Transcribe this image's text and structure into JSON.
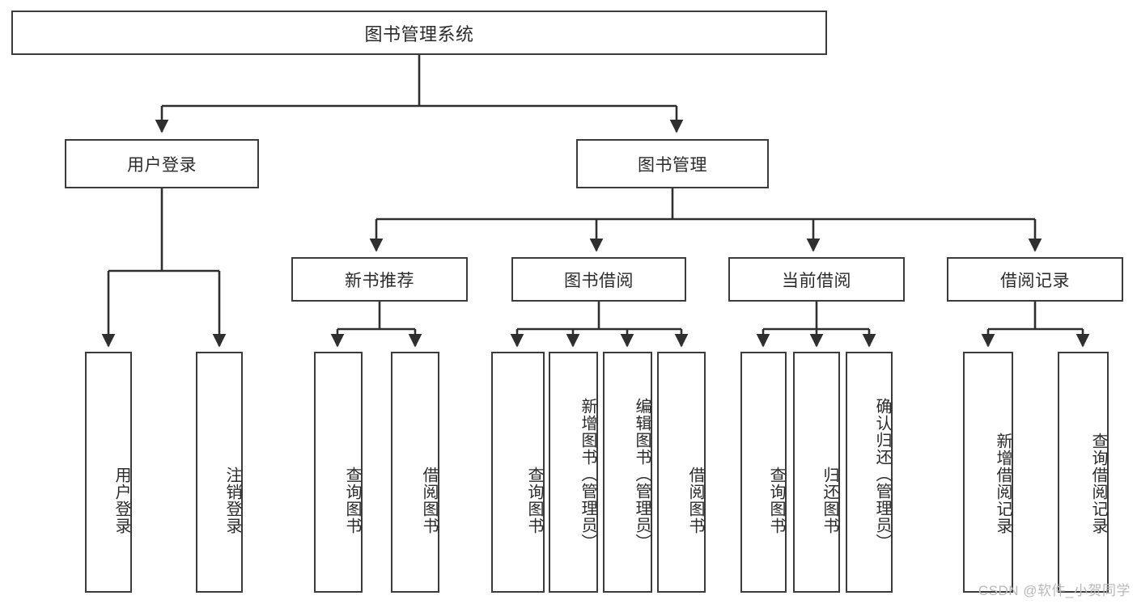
{
  "diagram": {
    "title": "图书管理系统",
    "type": "tree",
    "nodes": {
      "root": {
        "label": "图书管理系统",
        "orientation": "horizontal"
      },
      "tier2": [
        {
          "id": "user-login",
          "label": "用户登录",
          "orientation": "horizontal"
        },
        {
          "id": "book-management",
          "label": "图书管理",
          "orientation": "horizontal"
        }
      ],
      "tier3": [
        {
          "id": "new-book-recommend",
          "label": "新书推荐",
          "orientation": "horizontal"
        },
        {
          "id": "book-borrow",
          "label": "图书借阅",
          "orientation": "horizontal"
        },
        {
          "id": "current-borrow",
          "label": "当前借阅",
          "orientation": "horizontal"
        },
        {
          "id": "borrow-record",
          "label": "借阅记录",
          "orientation": "horizontal"
        }
      ],
      "leaves": [
        {
          "id": "leaf-user-login",
          "label": "用户登录",
          "orientation": "vertical",
          "parent": "user-login"
        },
        {
          "id": "leaf-logout-login",
          "label": "注销登录",
          "orientation": "vertical",
          "parent": "user-login"
        },
        {
          "id": "leaf-query-book-1",
          "label": "查询图书",
          "orientation": "vertical",
          "parent": "new-book-recommend"
        },
        {
          "id": "leaf-borrow-book-1",
          "label": "借阅图书",
          "orientation": "vertical",
          "parent": "new-book-recommend"
        },
        {
          "id": "leaf-query-book-2",
          "label": "查询图书",
          "orientation": "vertical",
          "parent": "book-borrow"
        },
        {
          "id": "leaf-add-book",
          "label": "新增图书（管理员）",
          "orientation": "vertical",
          "parent": "book-borrow"
        },
        {
          "id": "leaf-edit-book",
          "label": "编辑图书（管理员）",
          "orientation": "vertical",
          "parent": "book-borrow"
        },
        {
          "id": "leaf-borrow-book-2",
          "label": "借阅图书",
          "orientation": "vertical",
          "parent": "book-borrow"
        },
        {
          "id": "leaf-query-book-3",
          "label": "查询图书",
          "orientation": "vertical",
          "parent": "current-borrow"
        },
        {
          "id": "leaf-return-book",
          "label": "归还图书",
          "orientation": "vertical",
          "parent": "current-borrow"
        },
        {
          "id": "leaf-confirm-return",
          "label": "确认归还（管理员）",
          "orientation": "vertical",
          "parent": "current-borrow"
        },
        {
          "id": "leaf-add-borrow-record",
          "label": "新增借阅记录",
          "orientation": "vertical",
          "parent": "borrow-record"
        },
        {
          "id": "leaf-query-borrow-record",
          "label": "查询借阅记录",
          "orientation": "vertical",
          "parent": "borrow-record"
        }
      ]
    },
    "style": {
      "box_border_color": "#3b3b3b",
      "box_fill": "#ffffff",
      "edge_color": "#2f2f2f",
      "text_color": "#2b2b2b",
      "background": "#ffffff"
    }
  },
  "watermark": {
    "text": "CSDN @软件_小贺同学",
    "color": "#b9b9b9"
  }
}
